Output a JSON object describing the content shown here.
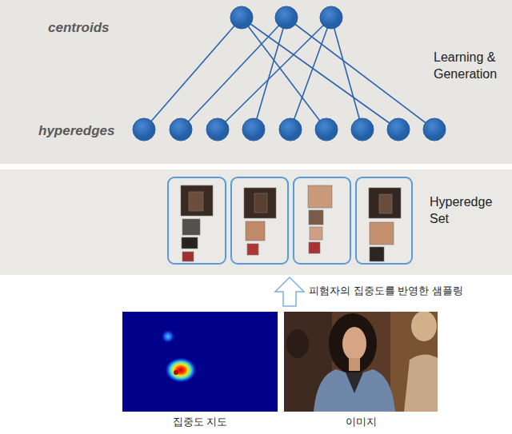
{
  "diagram": {
    "nodes": [
      {
        "text": [
          "centroids",
          "hyperedges",
          "Learning & Generation"
        ]
      },
      {
        "text": [
          "Hyperedge Set"
        ]
      }
    ],
    "labels": [
      "피험자의 집중도를 반영한 샘플링",
      "집중도 지도",
      "이미지"
    ]
  }
}
